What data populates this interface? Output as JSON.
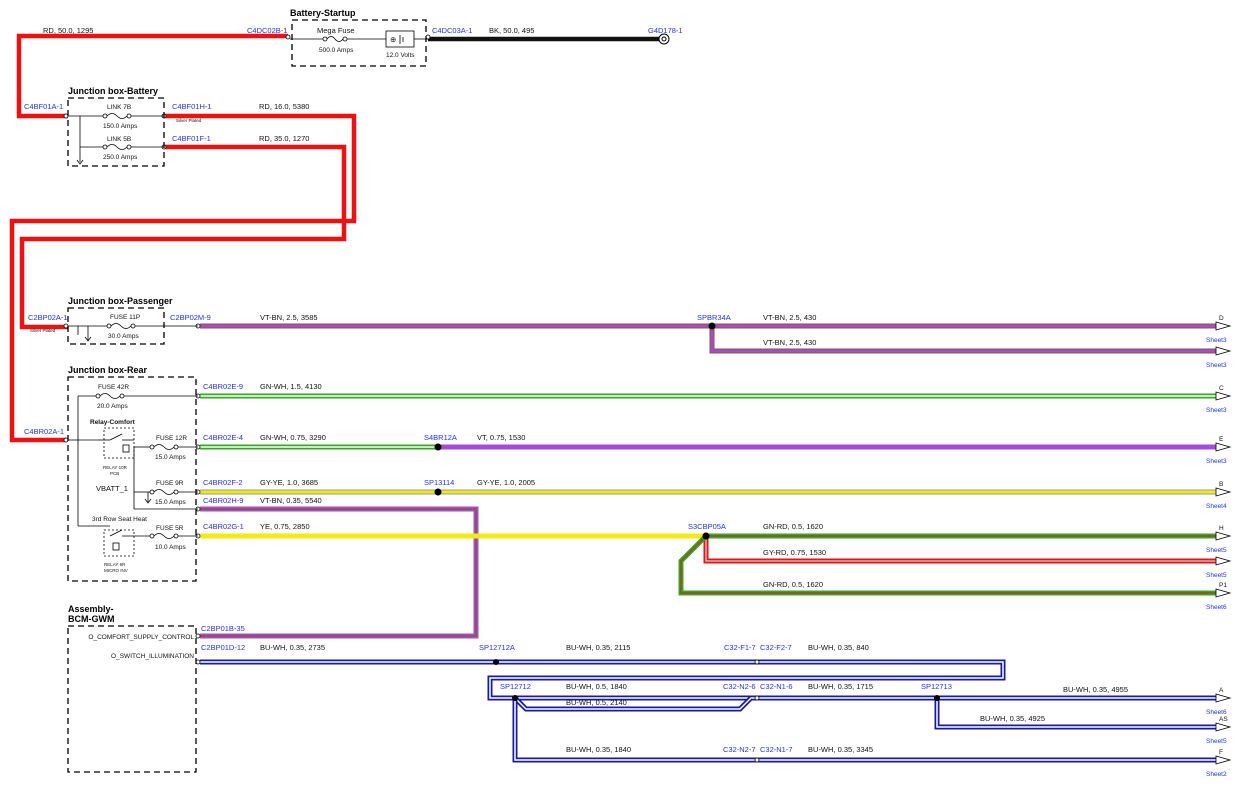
{
  "colors": {
    "red": "#ee1111",
    "black": "#111111",
    "violet": "#a64ad8",
    "brown": "#8a5a2a",
    "green": "#33aa22",
    "grey": "#9a9a9a",
    "yellow": "#f2ea10",
    "blue": "#1a1aa0",
    "white": "#ffffff",
    "connector_text": "#2233ee"
  },
  "boxes": {
    "battery_startup": "Battery-Startup",
    "jb_battery": "Junction box-Battery",
    "jb_passenger": "Junction box-Passenger",
    "jb_rear": "Junction box-Rear",
    "bcm_line1": "Assembly-",
    "bcm_line2": "BCM-GWM"
  },
  "components": {
    "mega_fuse": "Mega Fuse",
    "mega_fuse_rating": "500.0 Amps",
    "battery_voltage": "12.0 Volts",
    "battery_sign": "⊕",
    "link7b": "LINK 7B",
    "link7b_rating": "150.0 Amps",
    "link5b": "LINK 5B",
    "link5b_rating": "250.0 Amps",
    "fuse11p": "FUSE 11P",
    "fuse11p_rating": "30.0 Amps",
    "fuse42r": "FUSE 42R",
    "fuse42r_rating": "20.0 Amps",
    "relay_comfort": "Relay-Comfort",
    "relay10r": "RELAY 10R",
    "relay10r_type": "PCB",
    "fuse12r": "FUSE 12R",
    "fuse12r_rating": "15.0 Amps",
    "vbatt": "VBATT_1",
    "fuse9r": "FUSE 9R",
    "fuse9r_rating": "15.0 Amps",
    "seat_heat": "3rd Row Seat Heat",
    "relay6r": "RELAY 6R",
    "relay6r_type": "MICRO INV",
    "fuse5r": "FUSE 5R",
    "fuse5r_rating": "10.0 Amps",
    "silver_plated": "Silver Plated",
    "silver_plated2": "Silver Plated",
    "o_comfort": "O_COMFORT_SUPPLY_CONTROL",
    "o_switch": "O_SWITCH_ILLUMINATION"
  },
  "connectors": {
    "c4dc02b": "C4DC02B-1",
    "c4dc03a": "C4DC03A-1",
    "g4d178": "G4D178-1",
    "c4bf01a": "C4BF01A-1",
    "c4bf01h": "C4BF01H-1",
    "c4bf01f": "C4BF01F-1",
    "c2bp02a": "C2BP02A-1",
    "c2bp02m": "C2BP02M-9",
    "spbr34a": "SPBR34A",
    "c4br02a": "C4BR02A-1",
    "c4br02e9": "C4BR02E-9",
    "c4br02e4": "C4BR02E-4",
    "s4br12a": "S4BR12A",
    "c4br02f": "C4BR02F-2",
    "sp13114": "SP13114",
    "c4br02h": "C4BR02H-9",
    "c4br02g": "C4BR02G-1",
    "s3cbp05a": "S3CBP05A",
    "c2bp01b": "C2BP01B-35",
    "c2bp01d": "C2BP01D-12",
    "sp12712a": "SP12712A",
    "c32f17": "C32-F1-7",
    "c32f27": "C32-F2-7",
    "sp12712": "SP12712",
    "c32n26": "C32-N2-6",
    "c32n16": "C32-N1-6",
    "sp12713": "SP12713",
    "c32n27": "C32-N2-7",
    "c32n17": "C32-N1-7"
  },
  "wires": {
    "w_rd_50_1295": "RD,  50.0,  1295",
    "w_bk_50_495": "BK,  50.0,  495",
    "w_rd_16_5380": "RD,  16.0,  5380",
    "w_rd_35_1270": "RD,  35.0,  1270",
    "w_vtbn_25_3585": "VT-BN,  2.5,  3585",
    "w_vtbn_25_430a": "VT-BN,  2.5,  430",
    "w_vtbn_25_430b": "VT-BN,  2.5,  430",
    "w_gnwh_15_4130": "GN-WH,  1.5,  4130",
    "w_gnwh_075_3290": "GN-WH,  0.75,  3290",
    "w_vt_075_1530": "VT,  0.75,  1530",
    "w_gyye_10_3685": "GY-YE,  1.0,  3685",
    "w_gyye_10_2005": "GY-YE,  1.0,  2005",
    "w_vtbn_035_5540": "VT-BN,  0.35,  5540",
    "w_ye_075_2850": "YE,  0.75,  2850",
    "w_gnrd_05_1620a": "GN-RD,  0.5,  1620",
    "w_gyrd_075_1530": "GY-RD,  0.75,  1530",
    "w_gnrd_05_1620b": "GN-RD,  0.5,  1620",
    "w_buwh_035_2735": "BU-WH,  0.35,  2735",
    "w_buwh_035_2115": "BU-WH,  0.35,  2115",
    "w_buwh_035_840": "BU-WH,  0.35,  840",
    "w_buwh_05_1840": "BU-WH,  0.5,  1840",
    "w_buwh_035_1715": "BU-WH,  0.35,  1715",
    "w_buwh_035_4955": "BU-WH,  0.35,  4955",
    "w_buwh_05_2140": "BU-WH,  0.5,  2140",
    "w_buwh_035_4925": "BU-WH,  0.35,  4925",
    "w_buwh_035_1840": "BU-WH,  0.35,  1840",
    "w_buwh_035_3345": "BU-WH,  0.35,  3345"
  },
  "outputs": [
    {
      "letter": "D",
      "sheet": "Sheet3"
    },
    {
      "letter": "",
      "sheet": "Sheet3"
    },
    {
      "letter": "C",
      "sheet": "Sheet3"
    },
    {
      "letter": "E",
      "sheet": "Sheet3"
    },
    {
      "letter": "B",
      "sheet": "Sheet4"
    },
    {
      "letter": "H",
      "sheet": "Sheet5"
    },
    {
      "letter": "",
      "sheet": "Sheet5"
    },
    {
      "letter": "P1",
      "sheet": "Sheet6"
    },
    {
      "letter": "A",
      "sheet": "Sheet6"
    },
    {
      "letter": "AS",
      "sheet": "Sheet5"
    },
    {
      "letter": "F",
      "sheet": "Sheet2"
    }
  ]
}
